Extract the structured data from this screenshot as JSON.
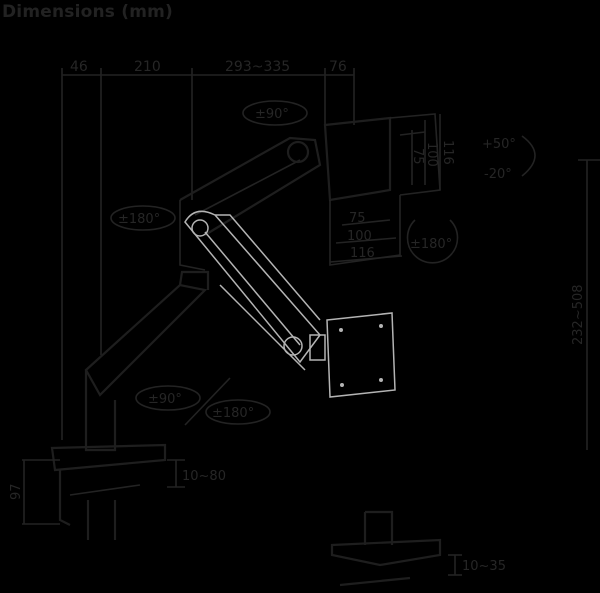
{
  "title": "Dimensions (mm)",
  "colors": {
    "background": "#000000",
    "line": "#232323",
    "text": "#262626",
    "highlight_arm": "#b4b4b4"
  },
  "top_dimensions": [
    "46",
    "210",
    "293~335",
    "76"
  ],
  "vesa_vertical": [
    "116",
    "100",
    "75"
  ],
  "vesa_horizontal": [
    "75",
    "100",
    "116"
  ],
  "rotations": {
    "top_arm": "±90°",
    "elbow": "±180°",
    "plate": "±180°",
    "base_swivel": "±90°",
    "base_rotate": "±180°"
  },
  "tilt": {
    "up": "+50°",
    "down": "-20°"
  },
  "height_range": "232~508",
  "clamp": {
    "height": "97",
    "desk_thickness": "10~80"
  },
  "grommet": {
    "desk_thickness": "10~35"
  }
}
